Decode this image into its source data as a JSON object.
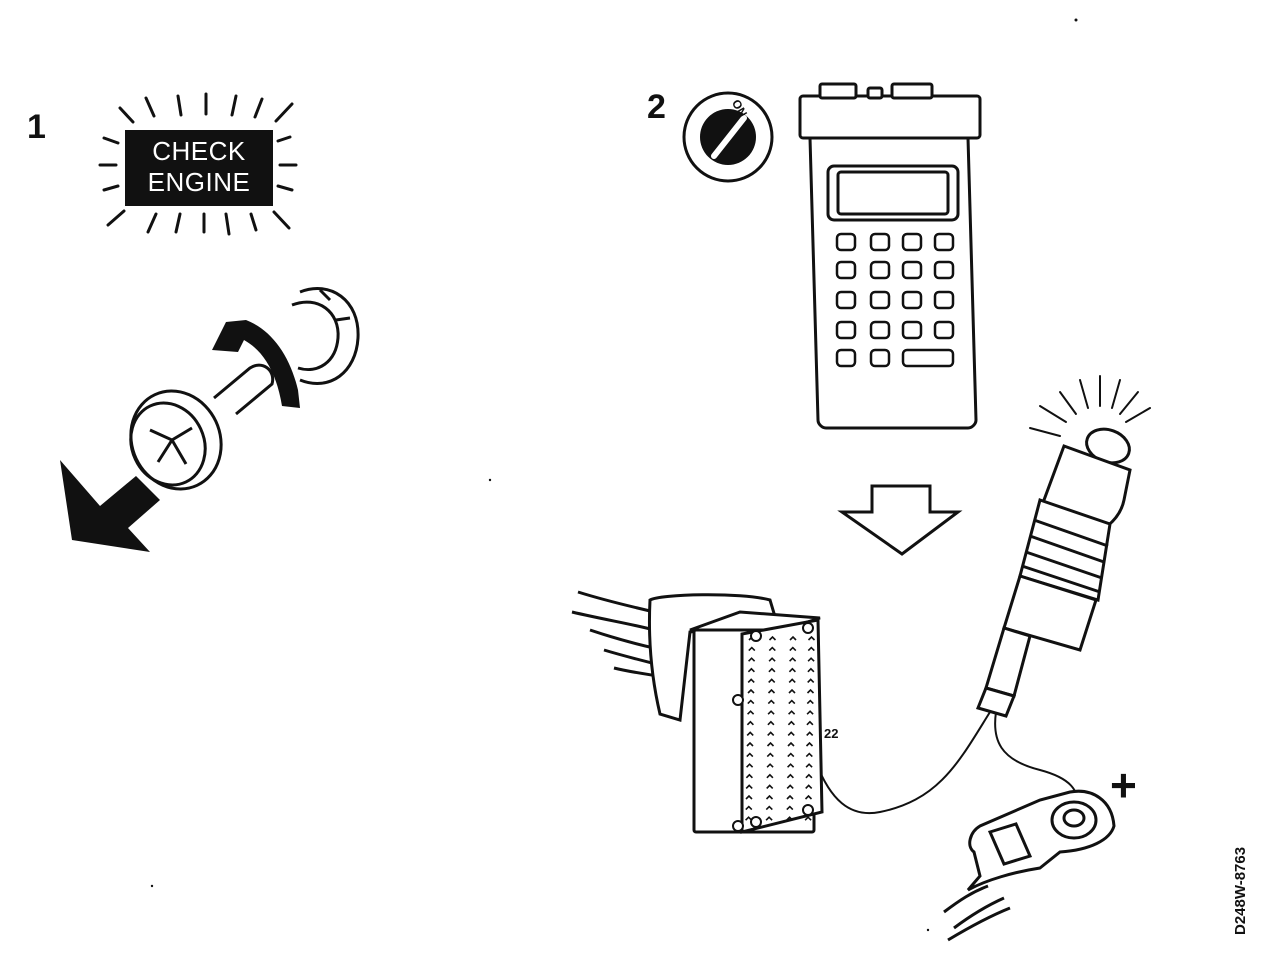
{
  "step_1": {
    "number": "1",
    "lamp_line1": "CHECK",
    "lamp_line2": "ENGINE"
  },
  "step_2": {
    "number": "2",
    "ignition_label": "ON"
  },
  "connector": {
    "pin_label": "22"
  },
  "battery": {
    "terminal_symbol": "+"
  },
  "figure": {
    "code": "D248W-8763"
  }
}
